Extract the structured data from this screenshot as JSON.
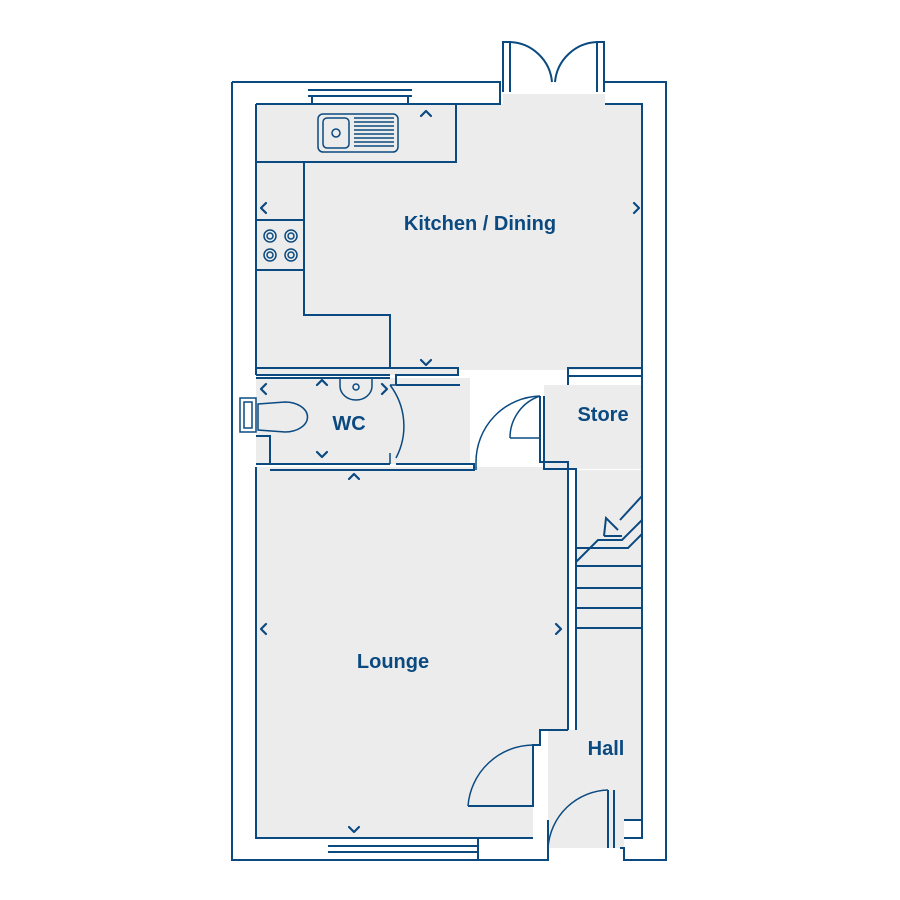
{
  "colors": {
    "line": "#0b4a80",
    "floor": "#ececec",
    "wall_fill": "#ffffff",
    "background": "#ffffff"
  },
  "rooms": {
    "kitchen": {
      "label": "Kitchen / Dining"
    },
    "wc": {
      "label": "WC"
    },
    "store": {
      "label": "Store"
    },
    "lounge": {
      "label": "Lounge"
    },
    "hall": {
      "label": "Hall"
    }
  },
  "fixtures": [
    {
      "name": "sink-icon"
    },
    {
      "name": "hob-icon"
    },
    {
      "name": "toilet-icon"
    },
    {
      "name": "basin-icon"
    },
    {
      "name": "staircase"
    },
    {
      "name": "french-doors"
    }
  ]
}
